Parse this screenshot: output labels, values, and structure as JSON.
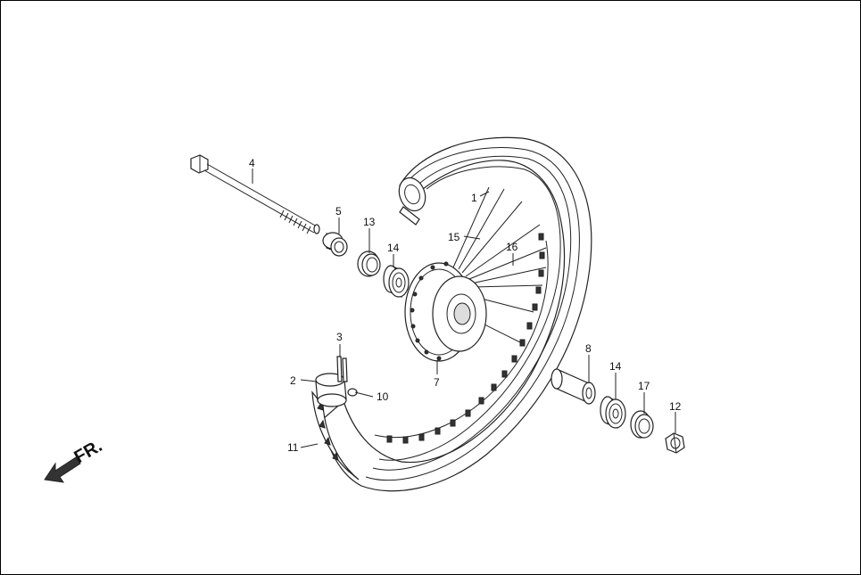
{
  "diagram": {
    "direction_label": "FR.",
    "callouts": [
      {
        "id": "c1",
        "label": "1"
      },
      {
        "id": "c2",
        "label": "2"
      },
      {
        "id": "c3",
        "label": "3"
      },
      {
        "id": "c4",
        "label": "4"
      },
      {
        "id": "c5",
        "label": "5"
      },
      {
        "id": "c7",
        "label": "7"
      },
      {
        "id": "c8",
        "label": "8"
      },
      {
        "id": "c10",
        "label": "10"
      },
      {
        "id": "c11",
        "label": "11"
      },
      {
        "id": "c12",
        "label": "12"
      },
      {
        "id": "c13",
        "label": "13"
      },
      {
        "id": "c14a",
        "label": "14"
      },
      {
        "id": "c14b",
        "label": "14"
      },
      {
        "id": "c15",
        "label": "15"
      },
      {
        "id": "c16",
        "label": "16"
      },
      {
        "id": "c17",
        "label": "17"
      }
    ]
  }
}
